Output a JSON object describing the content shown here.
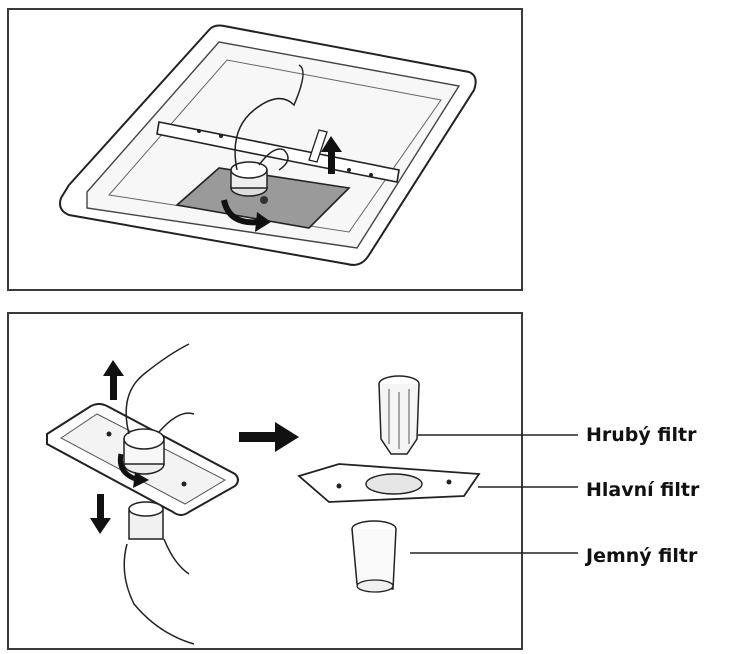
{
  "labels": {
    "coarse_filter": "Hrubý filtr",
    "main_filter": "Hlavní filtr",
    "fine_filter": "Jemný filtr"
  }
}
